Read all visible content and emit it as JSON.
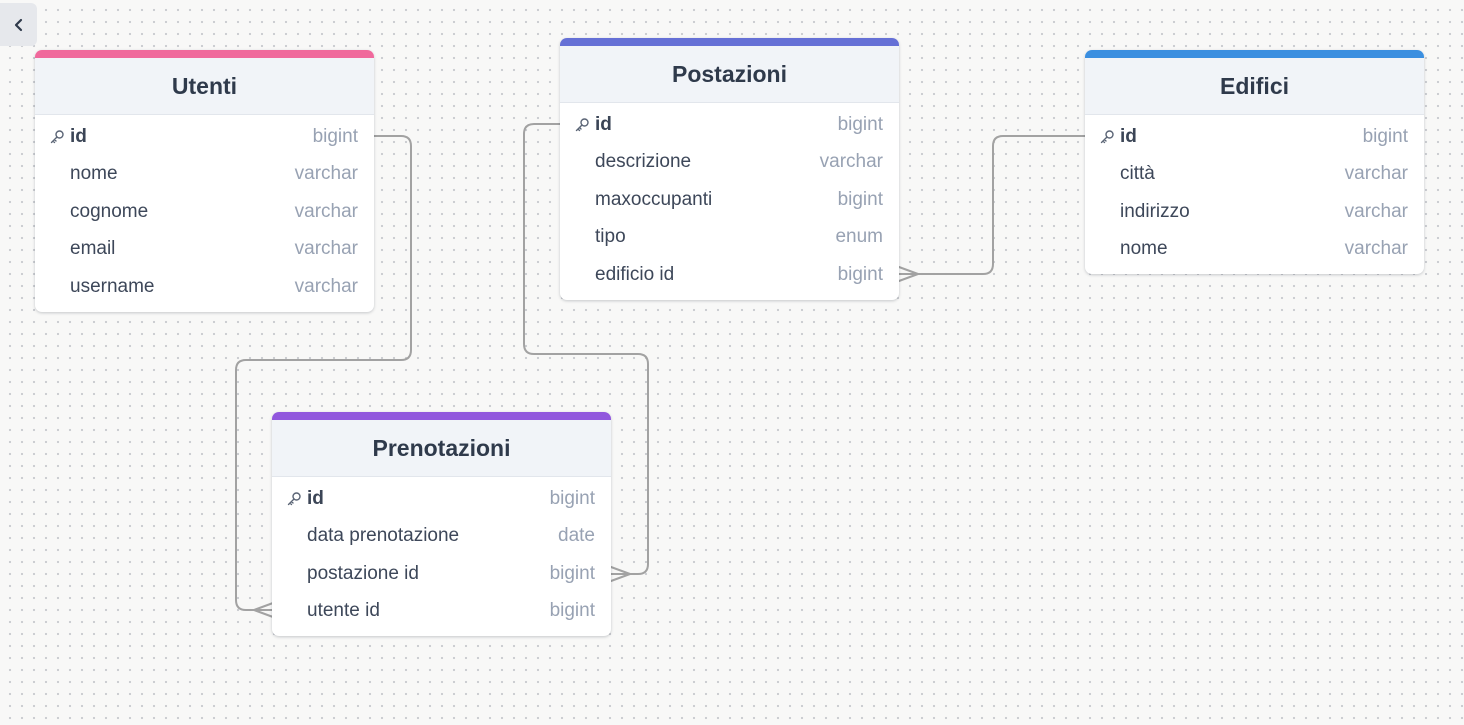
{
  "toolbar": {
    "back_icon": "chevron-left-icon"
  },
  "tables": {
    "utenti": {
      "title": "Utenti",
      "accent": "#f0699c",
      "columns": [
        {
          "name": "id",
          "type": "bigint",
          "pk": true
        },
        {
          "name": "nome",
          "type": "varchar"
        },
        {
          "name": "cognome",
          "type": "varchar"
        },
        {
          "name": "email",
          "type": "varchar"
        },
        {
          "name": "username",
          "type": "varchar"
        }
      ]
    },
    "postazioni": {
      "title": "Postazioni",
      "accent": "#6570d6",
      "columns": [
        {
          "name": "id",
          "type": "bigint",
          "pk": true
        },
        {
          "name": "descrizione",
          "type": "varchar"
        },
        {
          "name": "maxoccupanti",
          "type": "bigint"
        },
        {
          "name": "tipo",
          "type": "enum"
        },
        {
          "name": "edificio id",
          "type": "bigint"
        }
      ]
    },
    "edifici": {
      "title": "Edifici",
      "accent": "#3b8fe0",
      "columns": [
        {
          "name": "id",
          "type": "bigint",
          "pk": true
        },
        {
          "name": "città",
          "type": "varchar"
        },
        {
          "name": "indirizzo",
          "type": "varchar"
        },
        {
          "name": "nome",
          "type": "varchar"
        }
      ]
    },
    "prenotazioni": {
      "title": "Prenotazioni",
      "accent": "#9157dd",
      "columns": [
        {
          "name": "id",
          "type": "bigint",
          "pk": true
        },
        {
          "name": "data prenotazione",
          "type": "date"
        },
        {
          "name": "postazione id",
          "type": "bigint"
        },
        {
          "name": "utente id",
          "type": "bigint"
        }
      ]
    }
  },
  "relationships": [
    {
      "from": "Utenti.id",
      "to": "Prenotazioni.utente id",
      "cardinality": "one-to-many"
    },
    {
      "from": "Postazioni.id",
      "to": "Prenotazioni.postazione id",
      "cardinality": "one-to-many"
    },
    {
      "from": "Edifici.id",
      "to": "Postazioni.edificio id",
      "cardinality": "one-to-many"
    }
  ],
  "icons": {
    "primary_key": "key-icon"
  }
}
